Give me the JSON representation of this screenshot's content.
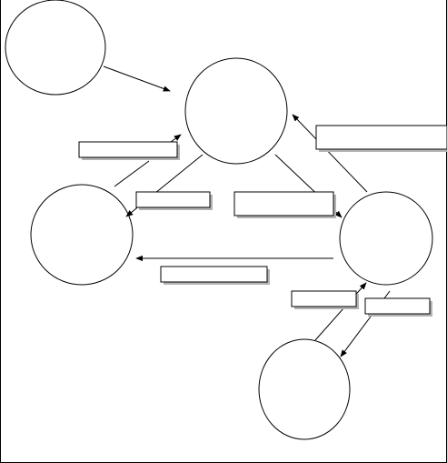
{
  "diagram": {
    "nodes": [
      {
        "id": "n1",
        "label": ""
      },
      {
        "id": "n2",
        "label": ""
      },
      {
        "id": "n3",
        "label": ""
      },
      {
        "id": "n4",
        "label": ""
      },
      {
        "id": "n5",
        "label": ""
      }
    ],
    "edges": [
      {
        "id": "e1",
        "from": "n1",
        "to": "n2",
        "label": ""
      },
      {
        "id": "e2",
        "from": "n3",
        "to": "n2",
        "label": ""
      },
      {
        "id": "e3",
        "from": "n2",
        "to": "n3",
        "label": ""
      },
      {
        "id": "e4",
        "from": "n2",
        "to": "n4",
        "label": ""
      },
      {
        "id": "e5",
        "from": "n4",
        "to": "n2",
        "label": ""
      },
      {
        "id": "e6",
        "from": "n4",
        "to": "n3",
        "label": ""
      },
      {
        "id": "e7",
        "from": "n5",
        "to": "n4",
        "label": ""
      },
      {
        "id": "e8",
        "from": "n4",
        "to": "n5",
        "label": ""
      }
    ],
    "colors": {
      "stroke": "#000000",
      "fill": "#ffffff",
      "label_shadow": "#b3b3b3"
    }
  }
}
